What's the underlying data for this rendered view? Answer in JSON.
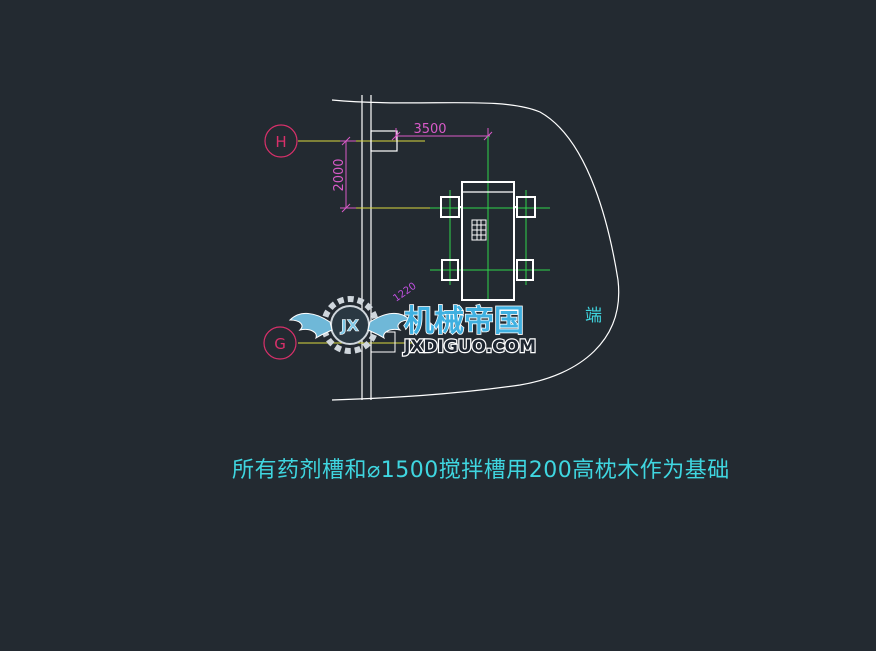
{
  "drawing": {
    "grid_label_h": "H",
    "grid_label_g": "G",
    "dim_horizontal": "3500",
    "dim_vertical": "2000",
    "partial_label": "端",
    "small_magenta_label": "1220"
  },
  "watermark": {
    "emblem_text": "JX",
    "title": "机械帝国",
    "url": "JXDIGUO.COM"
  },
  "note": "所有药剂槽和⌀1500搅拌槽用200高枕木作为基础",
  "colors": {
    "background": "#232a31",
    "grid_bubble": "#d8306a",
    "dimension": "#d85ac8",
    "axis_line": "#d8d840",
    "green_line": "#2fd44a",
    "white_line": "#ffffff",
    "cyan_text": "#3fd6e0"
  }
}
